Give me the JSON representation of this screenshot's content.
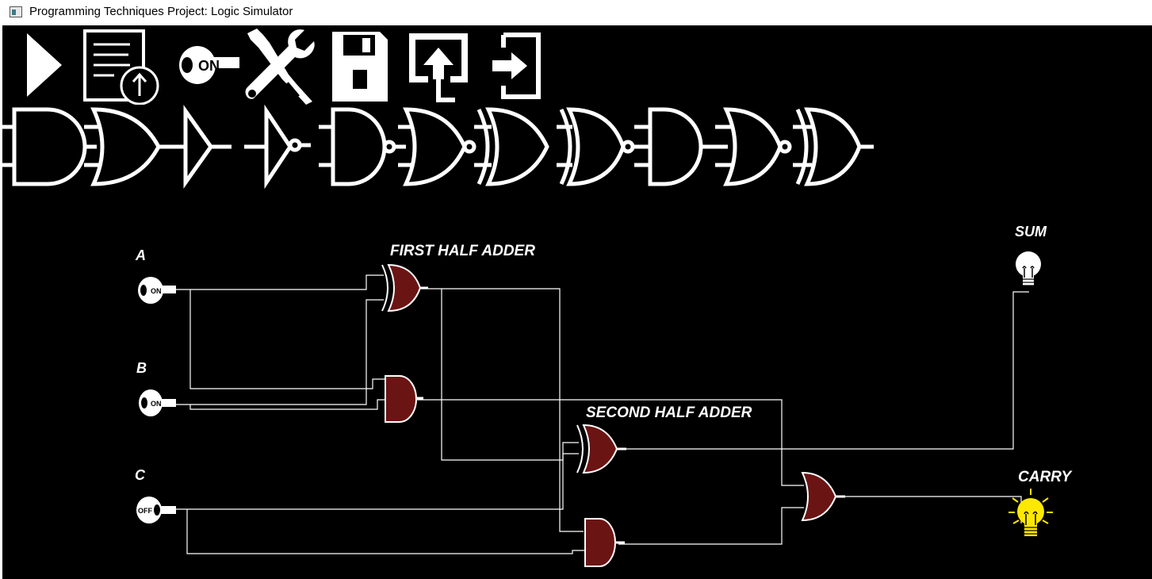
{
  "window": {
    "title": "Programming Techniques Project: Logic Simulator"
  },
  "toolbar": {
    "tools": [
      {
        "name": "simulate",
        "icon": "play-icon"
      },
      {
        "name": "load",
        "icon": "load-file-icon"
      },
      {
        "name": "add-switch",
        "icon": "switch-on-icon",
        "text": "ON"
      },
      {
        "name": "edit",
        "icon": "tools-icon"
      },
      {
        "name": "save",
        "icon": "save-icon"
      },
      {
        "name": "export",
        "icon": "export-icon"
      },
      {
        "name": "exit",
        "icon": "exit-icon"
      }
    ],
    "gates": [
      "AND",
      "OR",
      "BUFFER",
      "NOT",
      "NAND",
      "NOR",
      "XOR",
      "XNOR",
      "AND3",
      "NOR3",
      "XOR3"
    ]
  },
  "circuit": {
    "inputs": [
      {
        "label": "A",
        "state": "ON"
      },
      {
        "label": "B",
        "state": "ON"
      },
      {
        "label": "C",
        "state": "OFF"
      }
    ],
    "labels": {
      "first_half_adder": "FIRST HALF ADDER",
      "second_half_adder": "SECOND HALF ADDER"
    },
    "outputs": [
      {
        "label": "SUM",
        "state": "off"
      },
      {
        "label": "CARRY",
        "state": "on"
      }
    ]
  },
  "colors": {
    "background": "#000000",
    "foreground": "#ffffff",
    "gate_fill": "#6b1414",
    "led_on": "#ffe800",
    "led_off": "#ffffff"
  }
}
